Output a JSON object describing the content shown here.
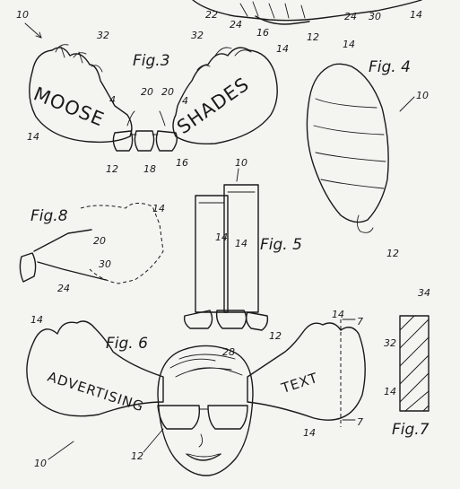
{
  "figures": {
    "fig3": "Fig.3",
    "fig4": "Fig. 4",
    "fig5": "Fig. 5",
    "fig6": "Fig. 6",
    "fig7": "Fig.7",
    "fig8": "Fig.8"
  },
  "antler_text": {
    "moose": "MOOSE",
    "shades": "SHADES",
    "advertising": "ADVERTISING",
    "text": "TEXT"
  },
  "refs": {
    "r10": "10",
    "r12": "12",
    "r14": "14",
    "r16": "16",
    "r18": "18",
    "r20": "20",
    "r22": "22",
    "r24": "24",
    "r28": "28",
    "r30": "30",
    "r32": "32",
    "r34": "34",
    "r7": "7"
  }
}
